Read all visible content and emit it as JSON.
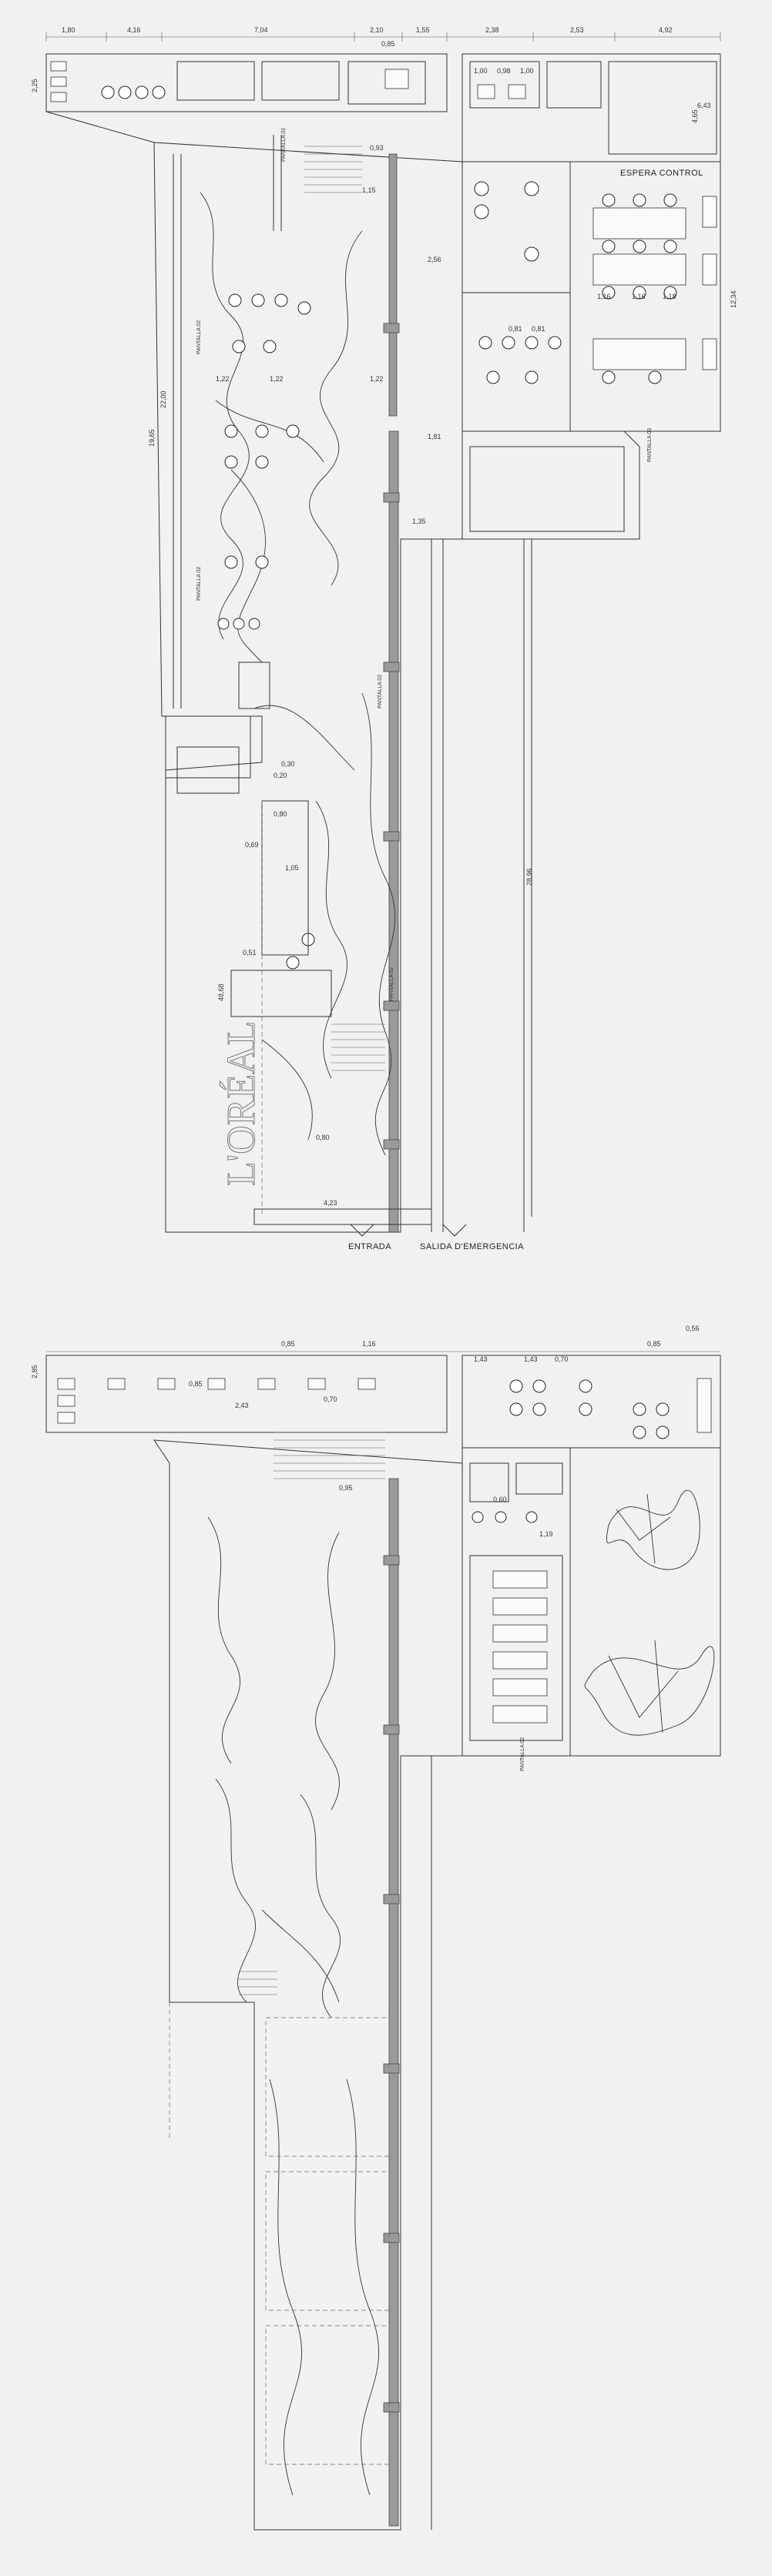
{
  "plan_top": {
    "top_dimensions": [
      "1,80",
      "4,16",
      "7,04",
      "2,10",
      "1,55",
      "2,38",
      "2,53",
      "4,92"
    ],
    "vertical_dimensions": [
      "2,25",
      "19,65",
      "22,00",
      "48,68",
      "28,96",
      "4,65",
      "12,34"
    ],
    "inner_dimensions": [
      "1,22",
      "1,22",
      "1,22",
      "2,56",
      "1,81",
      "1,35",
      "0,80",
      "1,05",
      "0,51",
      "0,80",
      "4,23",
      "0,93",
      "1,15",
      "1,00",
      "0,98",
      "1,00",
      "0,81",
      "0,81",
      "1,16",
      "1,16",
      "1,18",
      "6,43",
      "0,85",
      "0,69",
      "0,20",
      "0,30"
    ],
    "partition_labels": [
      "PANTALLA 02",
      "PANTALLA 02",
      "PANTALLA 02",
      "PANTALLA 02",
      "PANTALLA 03",
      "PANTALLA 02"
    ],
    "office_label": "ESPERA CONTROL",
    "logo": "L'ORÉAL",
    "entrance": "ENTRADA",
    "emergency_exit": "SALIDA D'EMERGENCIA"
  },
  "plan_bottom": {
    "top_dimensions": [
      "0,85",
      "1,16",
      "1,43",
      "1,43",
      "0,70",
      "0,85",
      "0,56",
      "2,85"
    ],
    "inner_dimensions": [
      "0,85",
      "0,95",
      "0,70",
      "1,19",
      "0,60",
      "2,43"
    ],
    "partition_labels": [
      "PANTALLA 02"
    ]
  },
  "colors": {
    "background": "#f1f1f1",
    "line": "#333333",
    "wall": "#9a9a9a"
  }
}
